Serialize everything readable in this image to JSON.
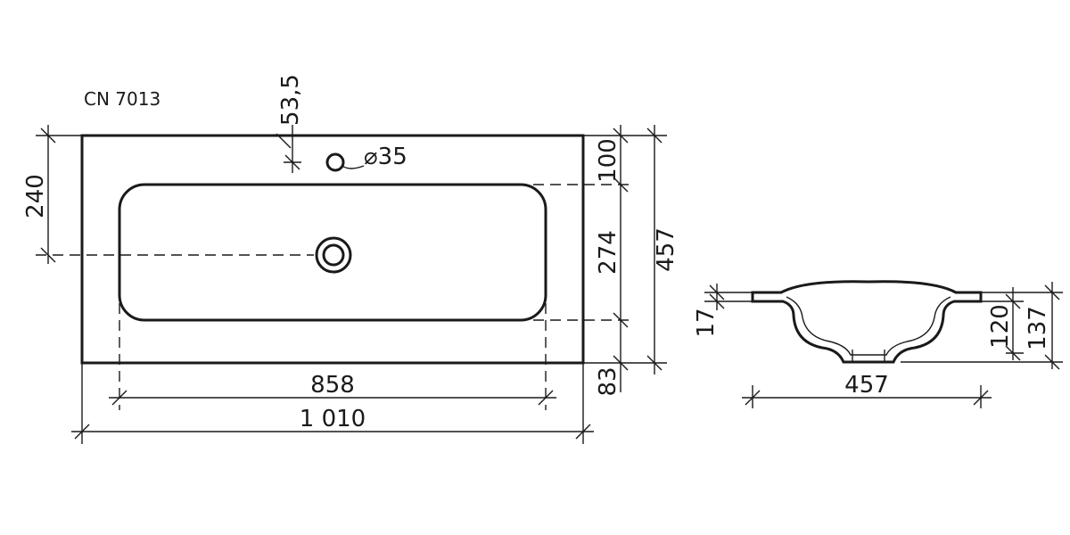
{
  "model": "CN 7013",
  "dimensions": {
    "offset_53_5": "53,5",
    "hole_diameter": "⌀35",
    "top_margin": "100",
    "bowl_length": "274",
    "depth_total": "457",
    "drain_offset": "240",
    "bowl_width": "858",
    "overall_width": "1 010",
    "bottom_margin": "83",
    "rim_thickness": "17",
    "bowl_depth": "120",
    "total_height": "137",
    "section_width": "457"
  },
  "colors": {
    "line": "#1a1a1a",
    "background": "#ffffff"
  }
}
